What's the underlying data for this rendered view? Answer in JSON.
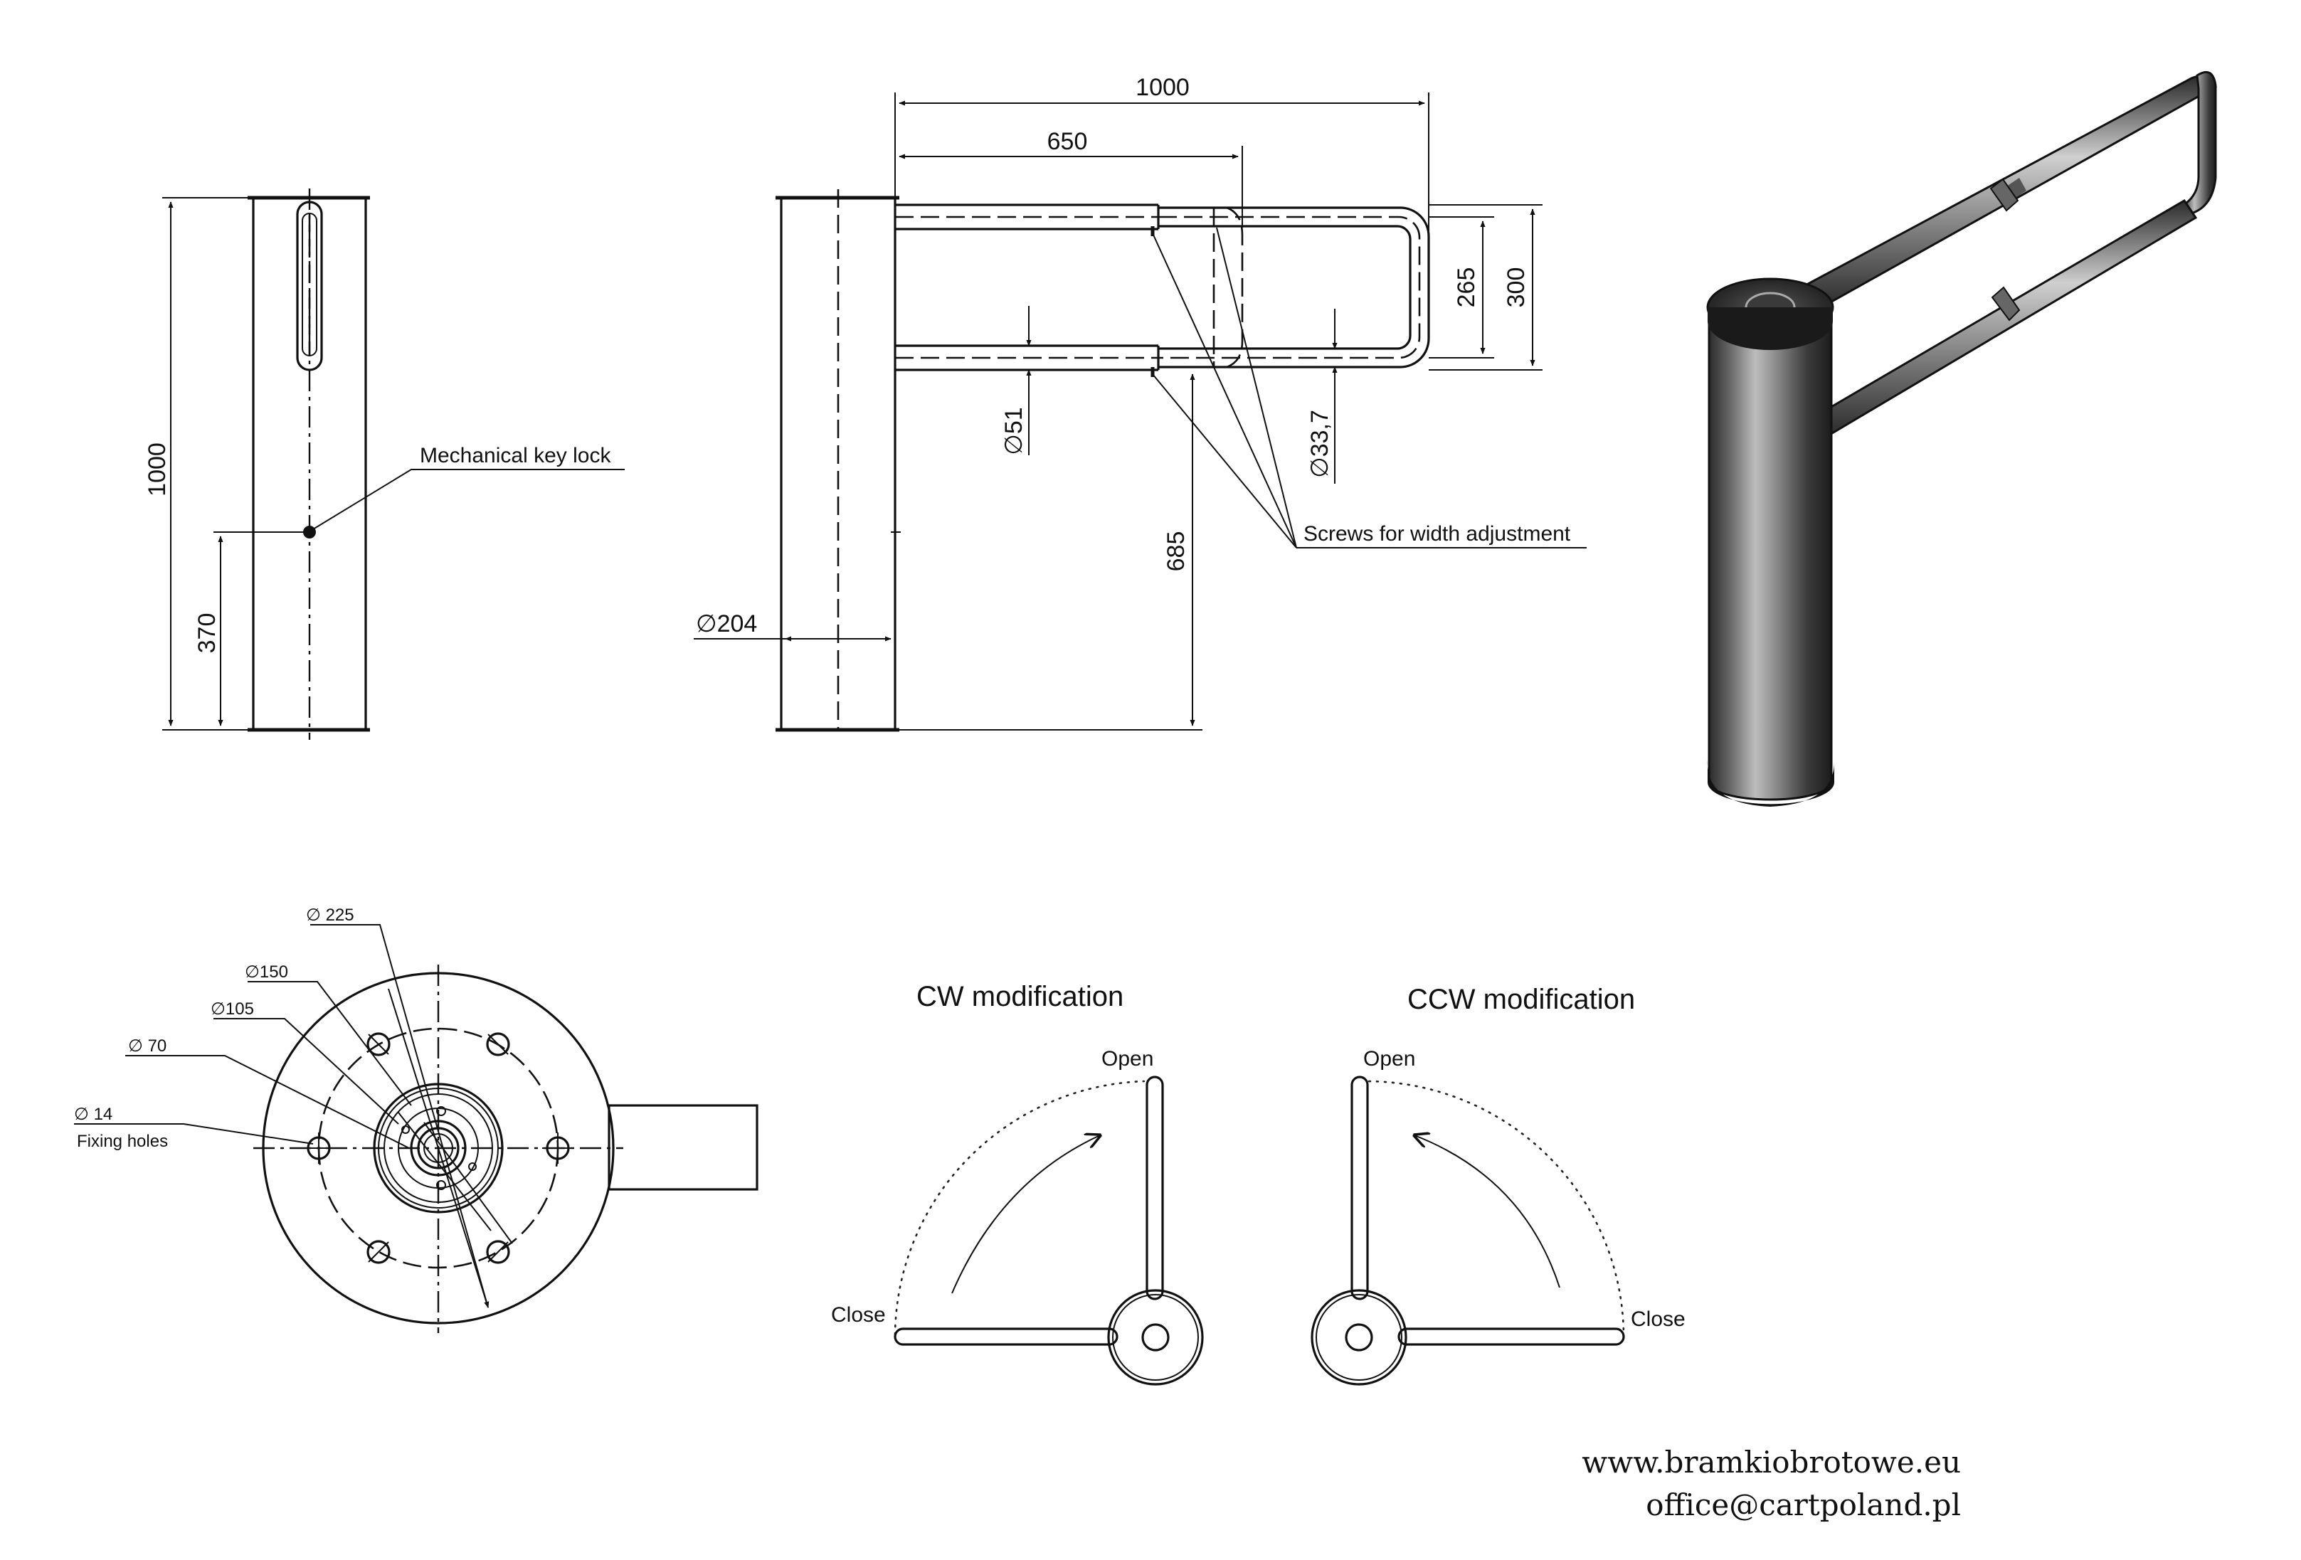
{
  "front_view": {
    "height_label": "1000",
    "lock_height_label": "370",
    "lock_callout": "Mechanical key lock"
  },
  "side_view": {
    "length_label": "1000",
    "arm_length_label": "650",
    "post_diameter_label": "∅204",
    "arm_height_label": "685",
    "inner_width_label": "265",
    "outer_width_label": "300",
    "tube_diameter_large": "∅51",
    "tube_diameter_small": "∅33,7",
    "screws_callout": "Screws for width adjustment"
  },
  "base_view": {
    "d225": "∅ 225",
    "d150": "∅150",
    "d105": "∅105",
    "d70": "∅ 70",
    "d14": "∅ 14",
    "fixing_holes": "Fixing holes"
  },
  "modifications": {
    "cw_title": "CW modification",
    "ccw_title": "CCW modification",
    "open_label": "Open",
    "close_label": "Close"
  },
  "contact": {
    "website": "www.bramkiobrotowe.eu",
    "email": "office@cartpoland.pl"
  }
}
